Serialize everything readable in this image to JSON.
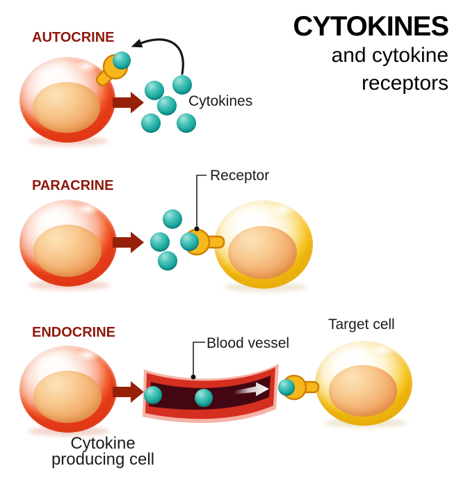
{
  "title": {
    "line1": "CYTOKINES",
    "line2": "and cytokine",
    "line3": "receptors"
  },
  "sections": {
    "autocrine": {
      "heading": "AUTOCRINE",
      "cytokines_label": "Cytokines"
    },
    "paracrine": {
      "heading": "PARACRINE",
      "receptor_label": "Receptor"
    },
    "endocrine": {
      "heading": "ENDOCRINE",
      "blood_vessel_label": "Blood vessel",
      "target_cell_label": "Target cell",
      "producing_cell_line1": "Cytokine",
      "producing_cell_line2": "producing cell"
    }
  },
  "colors": {
    "heading-red": "#8E170B",
    "arrow-red": "#952108",
    "label-black": "#1A1A1A",
    "cytokine-teal": "#1BA89F",
    "cytokine-teal-dark": "#0B7F79",
    "receptor-gold": "#F7B81B",
    "receptor-gold-stroke": "#CF7E04",
    "cell-red": "#EA421D",
    "cell-yellow": "#F2C21A",
    "nucleus-orange": "#EFA261",
    "vessel-pink": "#F5B3A6",
    "vessel-red": "#D52F1F",
    "vessel-dark": "#430713"
  }
}
